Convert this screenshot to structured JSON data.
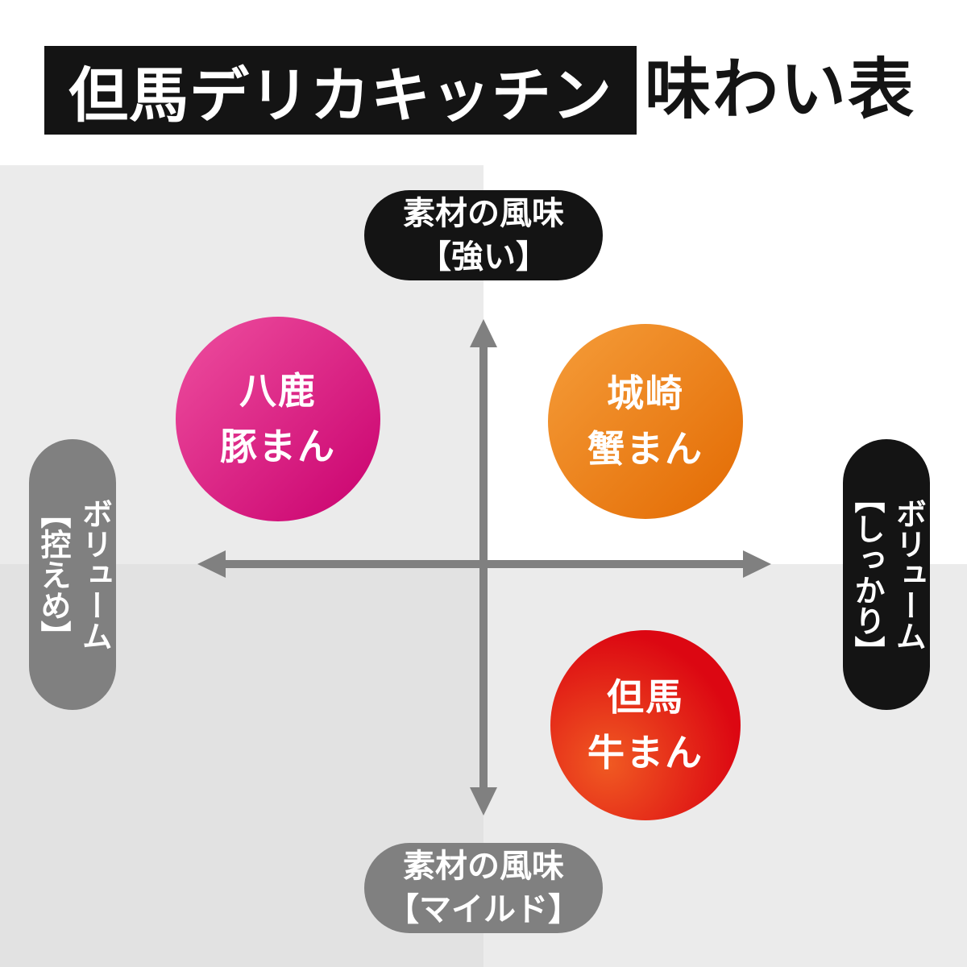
{
  "header": {
    "brand": "但馬デリカキッチン",
    "title": "味わい表"
  },
  "axes": {
    "top": {
      "line1": "素材の風味",
      "line2": "【強い】"
    },
    "bottom": {
      "line1": "素材の風味",
      "line2": "【マイルド】"
    },
    "left": {
      "line1": "ボリューム",
      "line2": "【控えめ】"
    },
    "right": {
      "line1": "ボリューム",
      "line2": "【しっかり】"
    }
  },
  "products": [
    {
      "line1": "八鹿",
      "line2": "豚まん",
      "color_start": "#ee4f9f",
      "color_end": "#c9006e"
    },
    {
      "line1": "城崎",
      "line2": "蟹まん",
      "color_start": "#f59d3a",
      "color_end": "#e36a02"
    },
    {
      "line1": "但馬",
      "line2": "牛まん",
      "color_start": "#f05a22",
      "color_end": "#dc0712"
    }
  ],
  "colors": {
    "black": "#141414",
    "gray": "#808080",
    "quadrant_light": "#ebebeb",
    "quadrant_dark": "#e2e2e2",
    "white": "#ffffff"
  },
  "chart_data": {
    "type": "scatter",
    "title": "但馬デリカキッチン 味わい表",
    "x_axis": {
      "label_negative": "ボリューム【控えめ】",
      "label_positive": "ボリューム【しっかり】",
      "range": [
        -1,
        1
      ]
    },
    "y_axis": {
      "label_positive": "素材の風味【強い】",
      "label_negative": "素材の風味【マイルド】",
      "range": [
        -1,
        1
      ]
    },
    "points": [
      {
        "label": "八鹿豚まん",
        "x": -0.72,
        "y": 0.55,
        "color": "#d4006f"
      },
      {
        "label": "城崎蟹まん",
        "x": 0.57,
        "y": 0.55,
        "color": "#ec7c10"
      },
      {
        "label": "但馬牛まん",
        "x": 0.57,
        "y": -0.6,
        "color": "#e3150f"
      }
    ],
    "legend": false,
    "grid": false
  }
}
